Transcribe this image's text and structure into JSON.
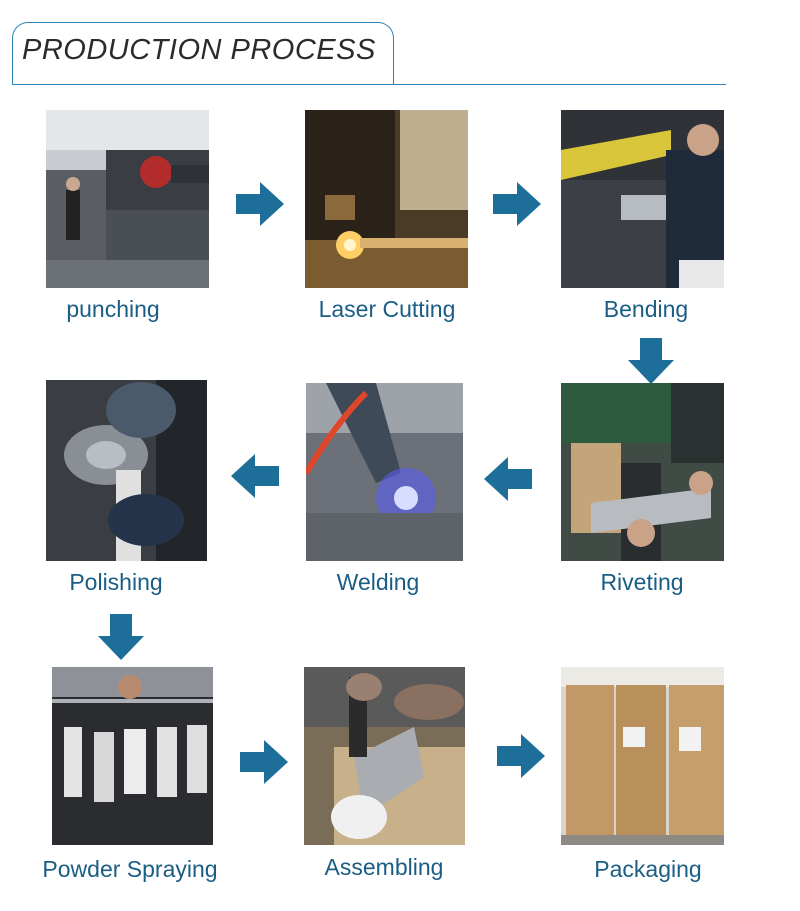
{
  "header": {
    "title": "PRODUCTION PROCESS"
  },
  "steps": [
    {
      "label": "punching"
    },
    {
      "label": "Laser Cutting"
    },
    {
      "label": "Bending"
    },
    {
      "label": "Polishing"
    },
    {
      "label": "Welding"
    },
    {
      "label": "Riveting"
    },
    {
      "label": "Powder Spraying"
    },
    {
      "label": "Assembling"
    },
    {
      "label": "Packaging"
    }
  ],
  "colors": {
    "accent": "#2a86b8",
    "arrow": "#1d6f9a",
    "label": "#1a5d85"
  }
}
